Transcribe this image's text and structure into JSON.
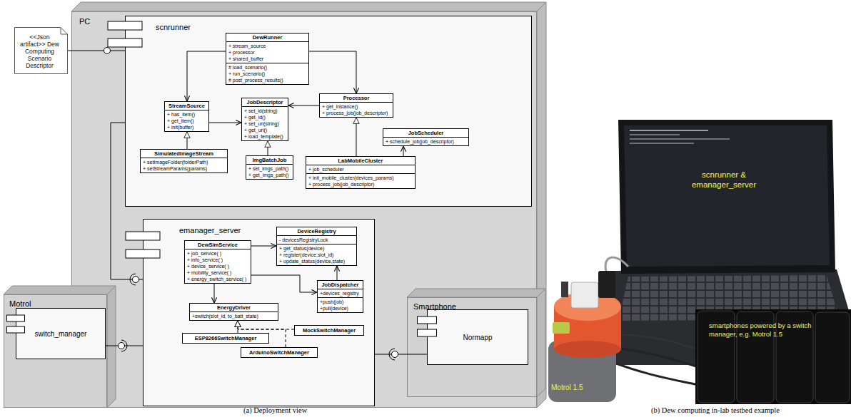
{
  "diagram": {
    "nodes": [
      {
        "text": [
          "<<Json artifact>> Dew Computing Scenario Descriptor"
        ]
      },
      {
        "text": [
          "PC"
        ]
      },
      {
        "text": [
          "scnrunner"
        ],
        "in": 1
      },
      {
        "text": [
          "DewRunner",
          "+ stream_source",
          "+ processor",
          "+ shared_buffer",
          "# load_scenario()",
          "+ run_scenario()",
          "# post_process_results()"
        ],
        "in": 2
      },
      {
        "text": [
          "StreamSource",
          "+ has_item()",
          "+ get_item()",
          "+ init(buffer)"
        ],
        "in": 2
      },
      {
        "text": [
          "JobDescriptor",
          "+ set_id(string)",
          "+ get_id()",
          "+ set_uri(string)",
          "+ get_uri()",
          "+ load_template()"
        ],
        "in": 2
      },
      {
        "text": [
          "Processor",
          "+ get_instance()",
          "+ process_job(job_descriptor)"
        ],
        "in": 2
      },
      {
        "text": [
          "JobScheduler",
          "+ schedule_job(job_descriptor)"
        ],
        "in": 2
      },
      {
        "text": [
          "SimulatedImageStream",
          "+ setImageFolder(folderPath)",
          "+ setStreamParams(params)"
        ],
        "in": 2
      },
      {
        "text": [
          "ImgBatchJob",
          "+ set_imgs_path()",
          "+ get_imgs_path()"
        ],
        "in": 2
      },
      {
        "text": [
          "LabMobileCluster",
          "+ job_scheduler",
          "+ init_mobile_cluster(devices_params)",
          "+ process_job(job_descriptor)"
        ],
        "in": 2
      },
      {
        "text": [
          "emanager_server"
        ],
        "in": 1
      },
      {
        "text": [
          "DewSimService",
          "+ job_service( )",
          "+ info_service( )",
          "+ device_service( )",
          "+ mobility_service( )",
          "+ energy_switch_service( )"
        ],
        "in": 11
      },
      {
        "text": [
          "DeviceRegistry",
          "- devicesRegistryLock",
          "+ get_status(device)",
          "+ register(device,slot_id)",
          "+ update_status(device,state)"
        ],
        "in": 11
      },
      {
        "text": [
          "JobDispatcher",
          "+devices_registry",
          "+push(job)",
          "+pull(device)"
        ],
        "in": 11
      },
      {
        "text": [
          "EnergyDriver",
          "+switch(slot_id, to_batt_state)"
        ],
        "in": 11
      },
      {
        "text": [
          "ESP8266SwitchManager"
        ],
        "in": 11
      },
      {
        "text": [
          "MockSwitchManager"
        ],
        "in": 11
      },
      {
        "text": [
          "ArduinoSwitchManager"
        ],
        "in": 11
      },
      {
        "text": [
          "Motrol"
        ]
      },
      {
        "text": [
          "switch_manager"
        ],
        "in": 19
      },
      {
        "text": [
          "Smartphone"
        ]
      },
      {
        "text": [
          "Normapp"
        ],
        "in": 21
      }
    ],
    "edges": [
      {
        "from": 0,
        "to": 2,
        "arrow": "none"
      },
      {
        "from": 3,
        "to": 4,
        "arrow": "to"
      },
      {
        "from": 3,
        "to": 6,
        "arrow": "to"
      },
      {
        "from": 4,
        "to": 5,
        "arrow": "to"
      },
      {
        "from": 6,
        "to": 5,
        "arrow": "to"
      },
      {
        "from": 8,
        "to": 4,
        "arrow": "to"
      },
      {
        "from": 9,
        "to": 5,
        "arrow": "to"
      },
      {
        "from": 10,
        "to": 6,
        "arrow": "to"
      },
      {
        "from": 10,
        "to": 7,
        "arrow": "to"
      },
      {
        "from": 2,
        "to": 11,
        "arrow": "none"
      },
      {
        "from": 12,
        "to": 13,
        "arrow": "to"
      },
      {
        "from": 12,
        "to": 14,
        "arrow": "to"
      },
      {
        "from": 14,
        "to": 13,
        "arrow": "to"
      },
      {
        "from": 12,
        "to": 15,
        "arrow": "to"
      },
      {
        "from": 16,
        "to": 15,
        "arrow": "to"
      },
      {
        "from": 18,
        "to": 15,
        "arrow": "to"
      },
      {
        "from": 17,
        "to": 15,
        "arrow": "to"
      },
      {
        "from": 20,
        "to": 11,
        "arrow": "none"
      },
      {
        "from": 11,
        "to": 22,
        "arrow": "none"
      }
    ],
    "labels": [
      "(a) Deployment view",
      "(b) Dew computing in-lab testbed example",
      "scnrunner & emanager_server",
      "Motrol 1.5",
      "smartphones powered by a switch manager, e.g. Motrol 1.5"
    ]
  }
}
